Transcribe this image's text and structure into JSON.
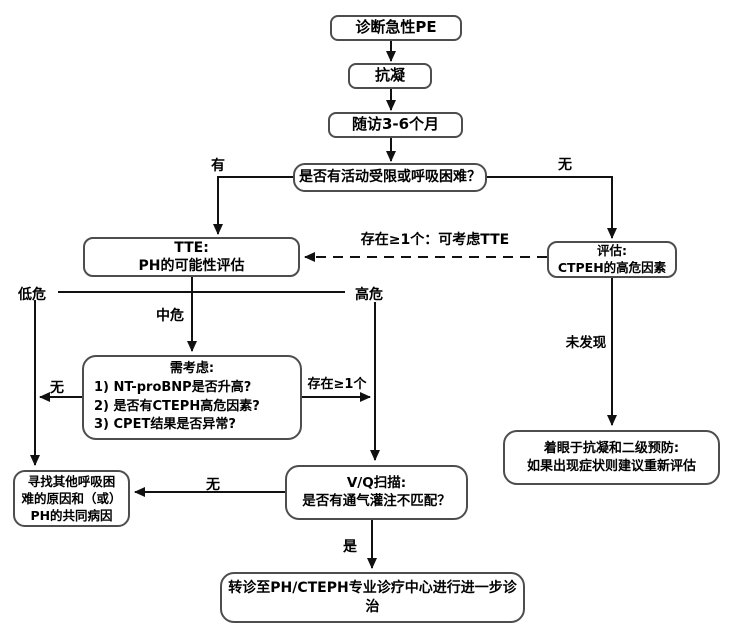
{
  "nodes": {
    "diagnose_pe": {
      "text": "诊断急性PE"
    },
    "anticoagulation": {
      "text": "抗凝"
    },
    "followup": {
      "text": "随访3-6个月"
    },
    "activity_question": {
      "text": "是否有活动受限或呼吸困难？"
    },
    "tte": {
      "lines": [
        "TTE:",
        "PH的可能性评估"
      ]
    },
    "assess_ctpeh": {
      "lines": [
        "评估:",
        "CTPEH的高危因素"
      ]
    },
    "consider": {
      "title": "需考虑:",
      "items": [
        "1) NT-proBNP是否升高?",
        "2) 是否有CTEPH高危因素?",
        "3) CPET结果是否异常?"
      ]
    },
    "vq_scan": {
      "lines": [
        "V/Q扫描:",
        "是否有通气灌注不匹配？"
      ]
    },
    "seek_other": {
      "lines": [
        "寻找其他呼吸困",
        "难的原因和（或）",
        "PH的共同病因"
      ]
    },
    "focus_anticoag": {
      "lines": [
        "着眼于抗凝和二级预防:",
        "如果出现症状则建议重新评估"
      ]
    },
    "refer_center": {
      "text": "转诊至PH/CTEPH专业诊疗中心进行进一步诊治"
    }
  },
  "edge_labels": {
    "yes_have": "有",
    "no_have": "无",
    "consider_tte": "存在≥1个：可考虑TTE",
    "low_risk": "低危",
    "mid_risk": "中危",
    "high_risk": "高危",
    "no_abnormal": "无",
    "ge_one": "存在≥1个",
    "not_found": "未发现",
    "no_mismatch": "无",
    "yes_mismatch": "是"
  },
  "colors": {
    "background": "#ffffff",
    "box_border": "#4d4d4d",
    "line": "#111111",
    "text": "#000000"
  }
}
